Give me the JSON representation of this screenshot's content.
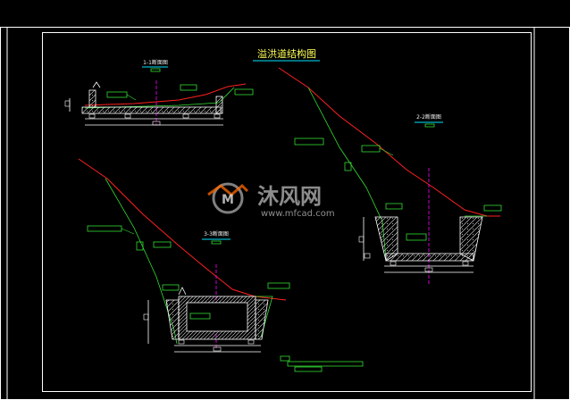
{
  "drawing": {
    "title": "溢洪道结构图",
    "section_labels": [
      "1-1断面图",
      "2-2断面图",
      "3-3断面图"
    ]
  },
  "watermark": {
    "cn": "沐风网",
    "en": "www.mfcad.com"
  },
  "colors": {
    "background": "#000000",
    "frame": "#ffffff",
    "ground_line": "#ff2020",
    "slope_line": "#33dd33",
    "centerline": "#ff00ff",
    "title_text": "#ffff55",
    "title_underline": "#00e5ff",
    "structure": "#ffffff"
  }
}
